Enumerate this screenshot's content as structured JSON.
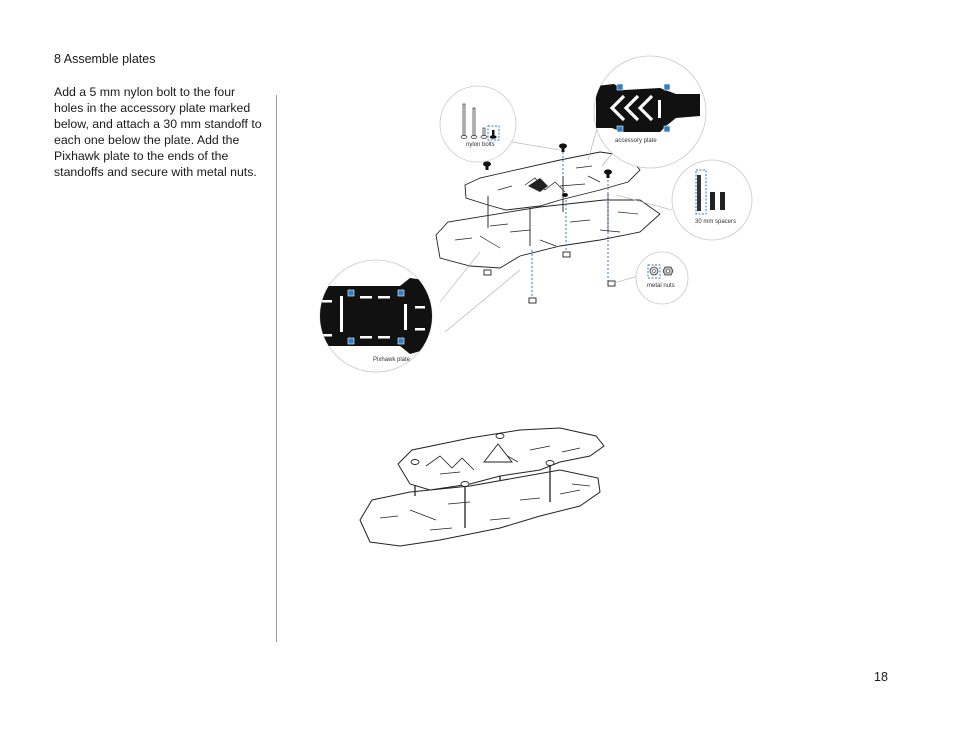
{
  "step": {
    "heading": "8 Assemble plates",
    "instructions": "Add a 5 mm nylon bolt to the four holes in the accessory plate marked below, and attach a 30 mm standoff to each one below the plate. Add the Pixhawk plate to the ends of the standoffs and secure with metal nuts."
  },
  "callouts": {
    "nylon_bolts": "nylon bolts",
    "accessory_plate": "accessory plate",
    "spacers": "30 mm spacers",
    "metal_nuts": "metal nuts",
    "pixhawk_plate": "Pixhawk plate"
  },
  "page_number": "18",
  "colors": {
    "highlight": "#2f7ec8",
    "ink": "#111111"
  }
}
